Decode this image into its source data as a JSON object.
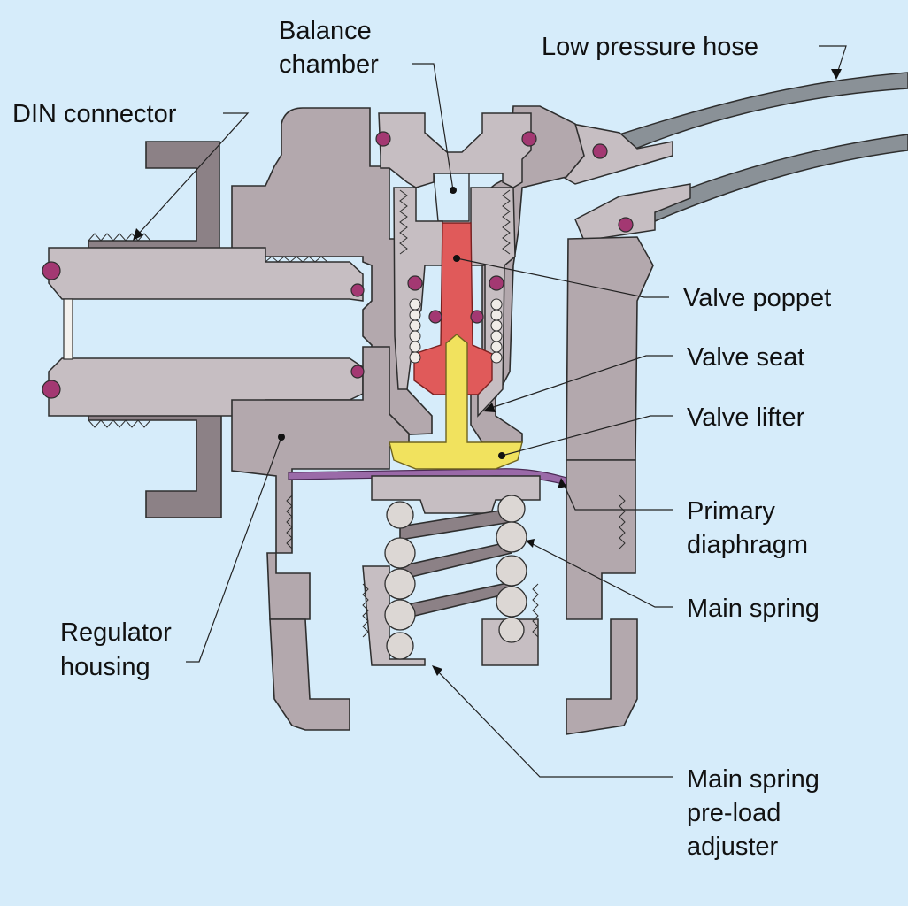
{
  "labels": {
    "balance_chamber": [
      "Balance",
      "chamber"
    ],
    "low_pressure_hose": "Low pressure hose",
    "din_connector": "DIN connector",
    "valve_poppet": "Valve poppet",
    "valve_seat": "Valve seat",
    "valve_lifter": "Valve lifter",
    "primary_diaphragm": [
      "Primary",
      "diaphragm"
    ],
    "main_spring": "Main spring",
    "regulator_housing": [
      "Regulator",
      "housing"
    ],
    "preload_adjuster": [
      "Main spring",
      "pre-load",
      "adjuster"
    ]
  },
  "colors": {
    "background": "#d6ecfa",
    "housing": "#b3a8ad",
    "hose": "#8a9197",
    "valve_poppet": "#e05a5a",
    "valve_lifter": "#f1e25e",
    "diaphragm": "#9a6aa8",
    "o_ring": "#a33872"
  }
}
